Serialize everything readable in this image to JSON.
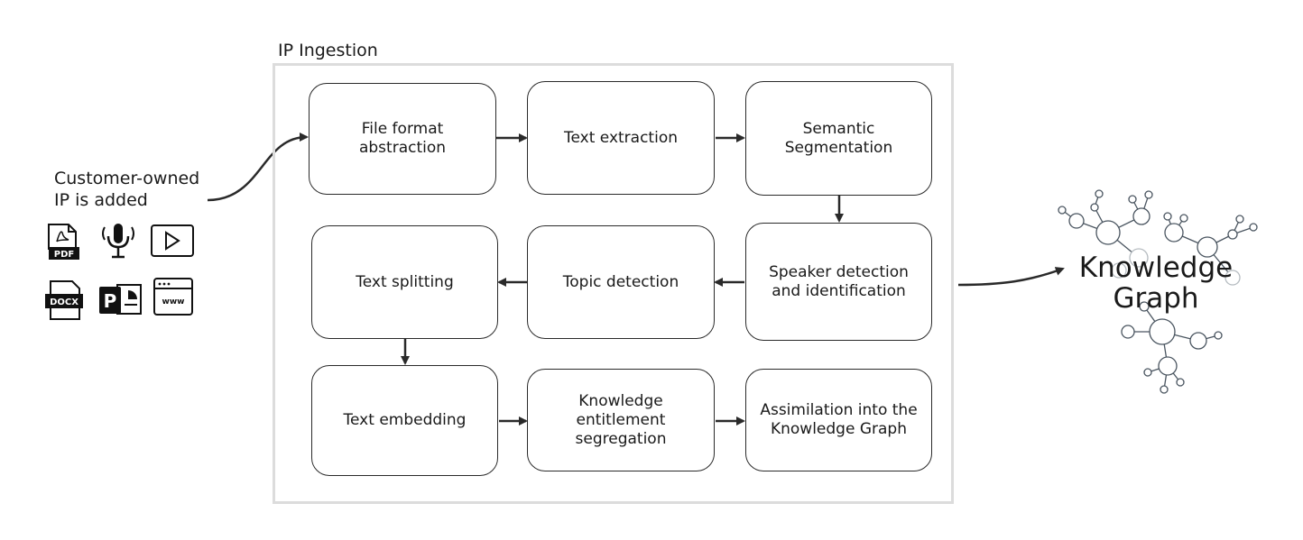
{
  "container": {
    "title": "IP Ingestion"
  },
  "source": {
    "label": "Customer-owned\nIP is added"
  },
  "source_icons": [
    {
      "name": "pdf-icon",
      "text": "PDF"
    },
    {
      "name": "microphone-icon"
    },
    {
      "name": "video-play-icon"
    },
    {
      "name": "docx-icon",
      "text": "DOCX"
    },
    {
      "name": "powerpoint-icon",
      "text": "P"
    },
    {
      "name": "web-page-icon",
      "text": "www"
    }
  ],
  "steps": [
    {
      "id": "file-format-abstraction",
      "label": "File format\nabstraction"
    },
    {
      "id": "text-extraction",
      "label": "Text extraction"
    },
    {
      "id": "semantic-segmentation",
      "label": "Semantic\nSegmentation"
    },
    {
      "id": "speaker-detection",
      "label": "Speaker detection\nand identification"
    },
    {
      "id": "topic-detection",
      "label": "Topic detection"
    },
    {
      "id": "text-splitting",
      "label": "Text splitting"
    },
    {
      "id": "text-embedding",
      "label": "Text embedding"
    },
    {
      "id": "knowledge-entitlement",
      "label": "Knowledge\nentitlement\nsegregation"
    },
    {
      "id": "assimilation",
      "label": "Assimilation into the\nKnowledge Graph"
    }
  ],
  "output": {
    "label": "Knowledge\nGraph"
  },
  "colors": {
    "line": "#2a2a2a",
    "frame": "#dcdcdc",
    "graph": "#4a5560"
  }
}
